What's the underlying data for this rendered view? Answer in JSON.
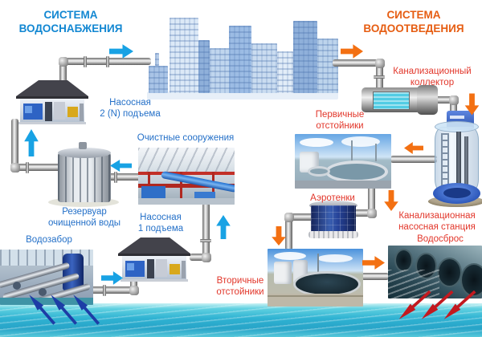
{
  "headers": {
    "supply": "СИСТЕМА\nВОДОСНАБЖЕНИЯ",
    "sewer": "СИСТЕМА\nВОДООТВЕДЕНИЯ"
  },
  "labels": {
    "pump2": "Насосная\n2 (N) подъема",
    "treatment": "Очистные сооружения",
    "reservoir": "Резервуар\nочищенной воды",
    "pump1": "Насосная\n1 подъема",
    "intake": "Водозабор",
    "collector": "Канализационный\nколлектор",
    "primary": "Первичные\nотстойники",
    "aeration": "Аэротенки",
    "sewer_pump": "Канализационная\nнасосная станция",
    "secondary": "Вторичные\nотстойники",
    "discharge": "Водосброс"
  },
  "flows": {
    "supply_direction": "water intake → pump station 1 → treatment plant → clean water reservoir → pump station 2 (N) → city",
    "sewer_direction": "city → sewer collector → sewage pump station → primary clarifiers → aeration tanks → secondary clarifiers → discharge"
  },
  "icons": {
    "flow_arrow": "→",
    "intake_arrows": "three navy arrows from water to intake",
    "discharge_arrows": "three dark red arrows from spillway to water"
  },
  "colors": {
    "header_blue": "#1287d2",
    "header_orange": "#e65d12",
    "label_blue": "#2470c8",
    "label_red": "#e2362a",
    "arrow_blue": "#18a2e4",
    "arrow_orange": "#f37012",
    "arrow_navy": "#1d3da6",
    "arrow_red": "#c2191f",
    "pipe_gray": "#9a9a9a",
    "water_teal": "#2fb2d2",
    "city_blue": "#9cbce4"
  }
}
